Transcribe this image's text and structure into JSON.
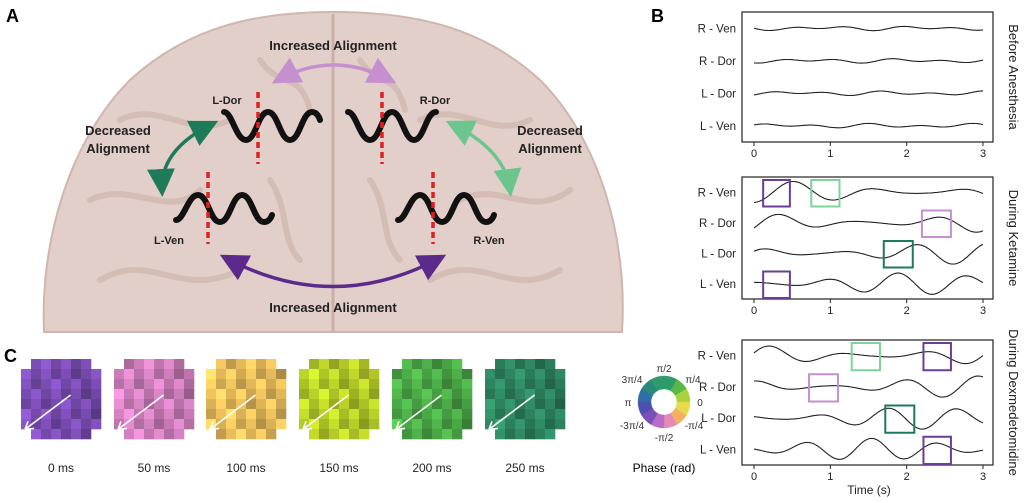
{
  "panel_a": {
    "letter": "A",
    "top_arrow_label": "Increased Alignment",
    "bottom_arrow_label": "Increased Alignment",
    "left_label_line1": "Decreased",
    "left_label_line2": "Alignment",
    "right_label_line1": "Decreased",
    "right_label_line2": "Alignment",
    "regions": {
      "l_dor": "L-Dor",
      "r_dor": "R-Dor",
      "l_ven": "L-Ven",
      "r_ven": "R-Ven"
    },
    "colors": {
      "light_purple": "#c58fd0",
      "dark_purple": "#5b2a8a",
      "dark_green": "#1f7a5a",
      "light_green": "#6cc58e",
      "marker_red": "#e02020"
    }
  },
  "panel_b": {
    "letter": "B",
    "conditions": [
      {
        "title": "Before Anesthesia",
        "channels": [
          "R - Ven",
          "R - Dor",
          "L - Dor",
          "L - Ven"
        ],
        "boxes": []
      },
      {
        "title": "During Ketamine",
        "channels": [
          "R - Ven",
          "R - Dor",
          "L - Dor",
          "L - Ven"
        ],
        "boxes": [
          {
            "row": 0,
            "t0": 0.12,
            "t1": 0.47,
            "color": "#6a3d9a"
          },
          {
            "row": 0,
            "t0": 0.75,
            "t1": 1.12,
            "color": "#7fd39a"
          },
          {
            "row": 3,
            "t0": 0.12,
            "t1": 0.47,
            "color": "#6a3d9a"
          },
          {
            "row": 2,
            "t0": 1.7,
            "t1": 2.08,
            "color": "#1f7a5a"
          },
          {
            "row": 1,
            "t0": 2.2,
            "t1": 2.58,
            "color": "#c58fd0"
          }
        ]
      },
      {
        "title": "During Dexmedetomidine",
        "channels": [
          "R - Ven",
          "R - Dor",
          "L - Dor",
          "L - Ven"
        ],
        "boxes": [
          {
            "row": 1,
            "t0": 0.72,
            "t1": 1.1,
            "color": "#c58fd0"
          },
          {
            "row": 0,
            "t0": 1.28,
            "t1": 1.65,
            "color": "#7fd39a"
          },
          {
            "row": 0,
            "t0": 2.22,
            "t1": 2.58,
            "color": "#6a3d9a"
          },
          {
            "row": 2,
            "t0": 1.72,
            "t1": 2.1,
            "color": "#1f7a5a"
          },
          {
            "row": 3,
            "t0": 2.22,
            "t1": 2.58,
            "color": "#6a3d9a"
          }
        ]
      }
    ],
    "x_ticks": [
      0,
      1,
      2,
      3
    ],
    "x_label": "Time (s)"
  },
  "panel_c": {
    "letter": "C",
    "frames": [
      {
        "label": "0 ms",
        "base": "#7e4fb8"
      },
      {
        "label": "50 ms",
        "base": "#d582c2"
      },
      {
        "label": "100 ms",
        "base": "#f0c35e"
      },
      {
        "label": "150 ms",
        "base": "#bdd42a"
      },
      {
        "label": "200 ms",
        "base": "#4eb04a"
      },
      {
        "label": "250 ms",
        "base": "#2f8a63"
      }
    ],
    "wheel_labels": {
      "top": "π/2",
      "top_right": "π/4",
      "right": "0",
      "bottom_right": "-π/4",
      "bottom": "-π/2",
      "bottom_left": "-3π/4",
      "left": "π",
      "top_left": "3π/4"
    },
    "wheel_caption": "Phase (rad)"
  }
}
